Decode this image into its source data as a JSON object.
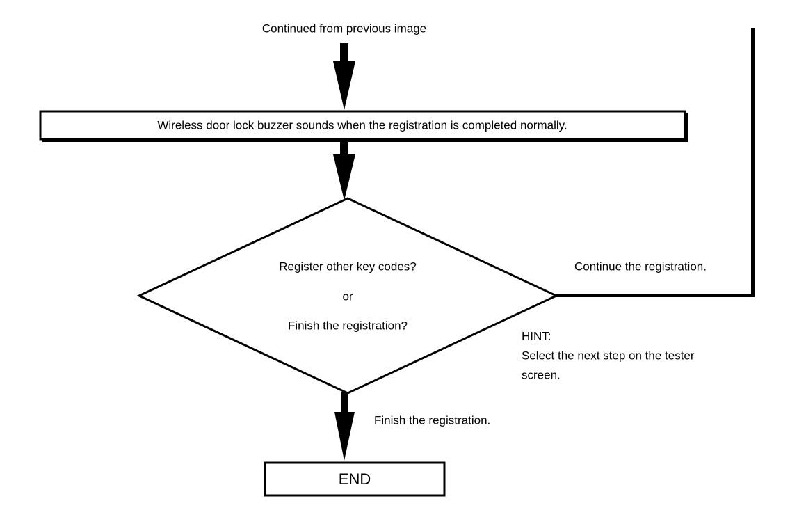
{
  "diagram": {
    "title_caption": "Continued from previous image",
    "process_box": {
      "text": "Wireless door lock buzzer sounds when the registration is completed normally."
    },
    "decision": {
      "line1": "Register other key codes?",
      "line2": "or",
      "line3": "Finish the registration?"
    },
    "branches": {
      "continue_label": "Continue the registration.",
      "finish_label": "Finish the registration."
    },
    "hint": {
      "title": "HINT:",
      "line1": "Select the next step on the tester",
      "line2": "screen."
    },
    "terminator": {
      "label": "END"
    },
    "colors": {
      "stroke": "#000000",
      "fill": "#ffffff",
      "background": "#ffffff"
    }
  }
}
